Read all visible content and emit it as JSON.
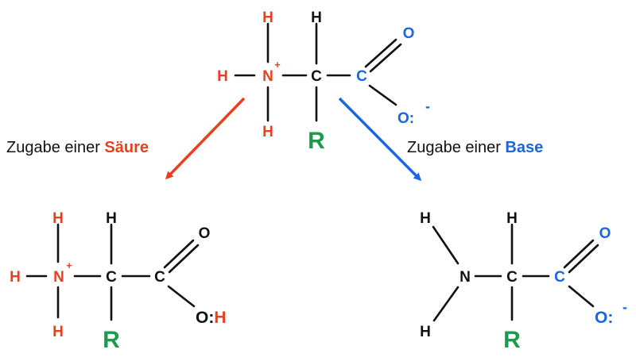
{
  "colors": {
    "acid": "#e8401f",
    "base": "#1a66e0",
    "r_group": "#1e9a4f",
    "black": "#111111"
  },
  "labels": {
    "acid_prefix": "Zugabe einer ",
    "acid_word": "Säure",
    "base_prefix": "Zugabe einer ",
    "base_word": "Base"
  },
  "top": {
    "h_top_left": "H",
    "h_top_right": "H",
    "h_left": "H",
    "n": "N",
    "n_charge": "+",
    "c_alpha": "C",
    "c_carboxyl": "C",
    "o_double": "O",
    "o_single": "O:",
    "o_charge": "-",
    "h_bottom": "H",
    "r": "R"
  },
  "left": {
    "h_top_left": "H",
    "h_top_right": "H",
    "h_left": "H",
    "n": "N",
    "n_charge": "+",
    "c_alpha": "C",
    "c_carboxyl": "C",
    "o_double": "O",
    "o_single": "O:",
    "o_h": "H",
    "h_bottom": "H",
    "r": "R"
  },
  "right": {
    "h_top_left": "H",
    "h_top_right": "H",
    "n": "N",
    "c_alpha": "C",
    "c_carboxyl": "C",
    "o_double": "O",
    "o_single": "O:",
    "o_charge": "-",
    "h_bottom": "H",
    "r": "R"
  }
}
